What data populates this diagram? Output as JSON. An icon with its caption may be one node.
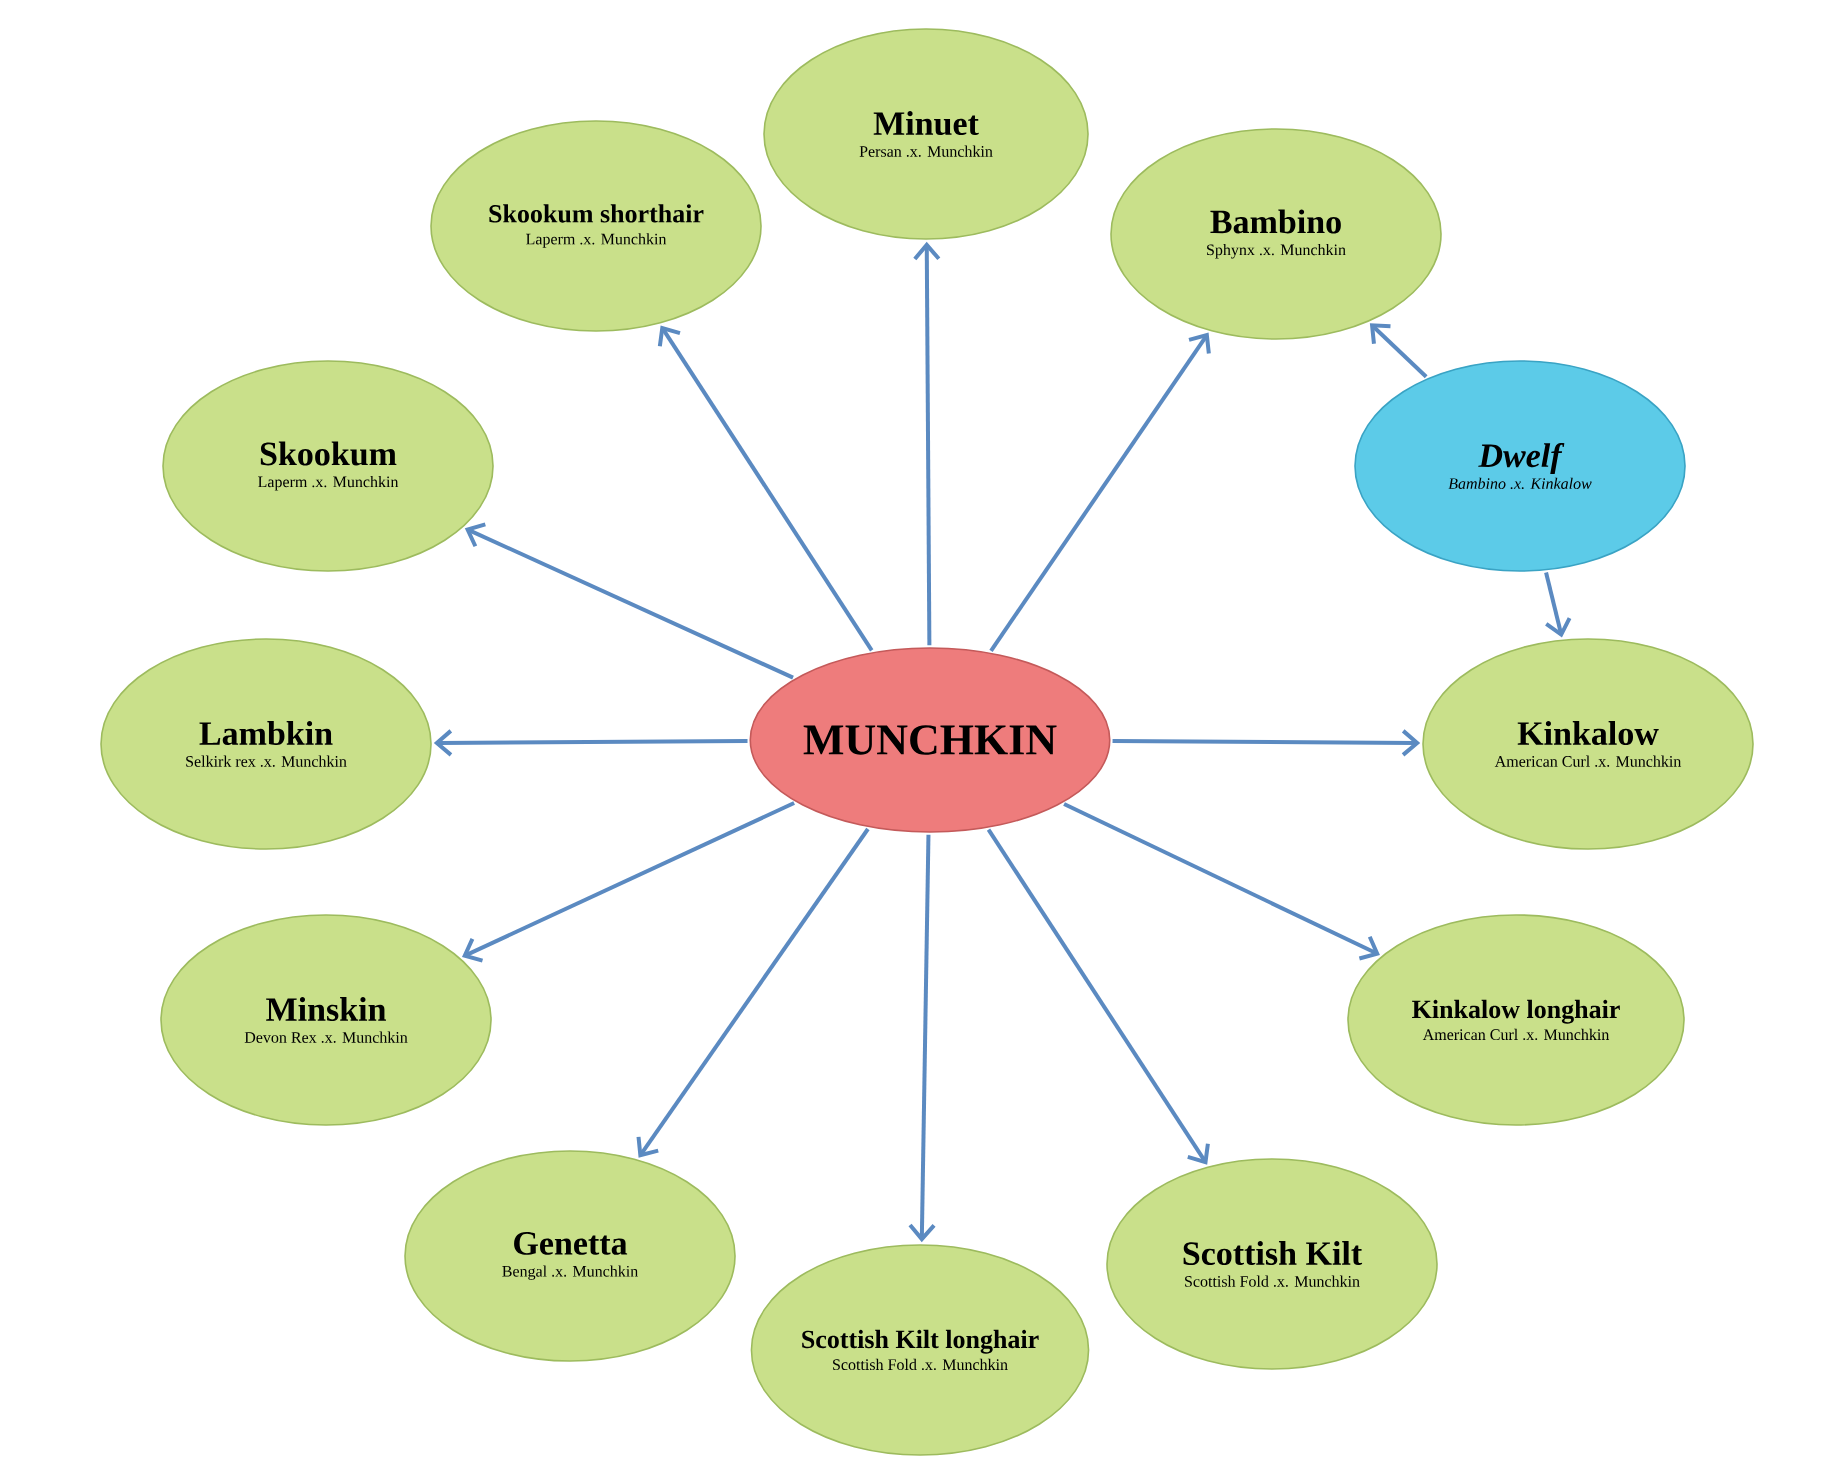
{
  "diagram": {
    "nodes": [
      {
        "text": [
          "MUNCHKIN"
        ]
      },
      {
        "text": [
          "Minuet",
          "Persan .x. Munchkin"
        ]
      },
      {
        "text": [
          "Skookum shorthair",
          "Laperm .x. Munchkin"
        ]
      },
      {
        "text": [
          "Bambino",
          "Sphynx .x. Munchkin"
        ]
      },
      {
        "text": [
          "Skookum",
          "Laperm .x. Munchkin"
        ]
      },
      {
        "text": [
          "Dwelf",
          "Bambino .x. Kinkalow"
        ]
      },
      {
        "text": [
          "Lambkin",
          "Selkirk rex .x. Munchkin"
        ]
      },
      {
        "text": [
          "Kinkalow",
          "American Curl .x. Munchkin"
        ]
      },
      {
        "text": [
          "Minskin",
          "Devon Rex .x. Munchkin"
        ]
      },
      {
        "text": [
          "Kinkalow longhair",
          "American Curl .x. Munchkin"
        ]
      },
      {
        "text": [
          "Genetta",
          "Bengal .x. Munchkin"
        ]
      },
      {
        "text": [
          "Scottish Kilt",
          "Scottish Fold .x. Munchkin"
        ]
      },
      {
        "text": [
          "Scottish Kilt longhair",
          "Scottish Fold .x. Munchkin"
        ]
      }
    ],
    "edges": [
      {
        "from": 0,
        "to": 1,
        "arrow": "to"
      },
      {
        "from": 0,
        "to": 2,
        "arrow": "to"
      },
      {
        "from": 0,
        "to": 3,
        "arrow": "to"
      },
      {
        "from": 0,
        "to": 4,
        "arrow": "to"
      },
      {
        "from": 0,
        "to": 6,
        "arrow": "to"
      },
      {
        "from": 0,
        "to": 7,
        "arrow": "to"
      },
      {
        "from": 0,
        "to": 8,
        "arrow": "to"
      },
      {
        "from": 0,
        "to": 9,
        "arrow": "to"
      },
      {
        "from": 0,
        "to": 10,
        "arrow": "to"
      },
      {
        "from": 0,
        "to": 11,
        "arrow": "to"
      },
      {
        "from": 0,
        "to": 12,
        "arrow": "to"
      },
      {
        "from": 5,
        "to": 3,
        "arrow": "to"
      },
      {
        "from": 5,
        "to": 7,
        "arrow": "to"
      }
    ]
  }
}
